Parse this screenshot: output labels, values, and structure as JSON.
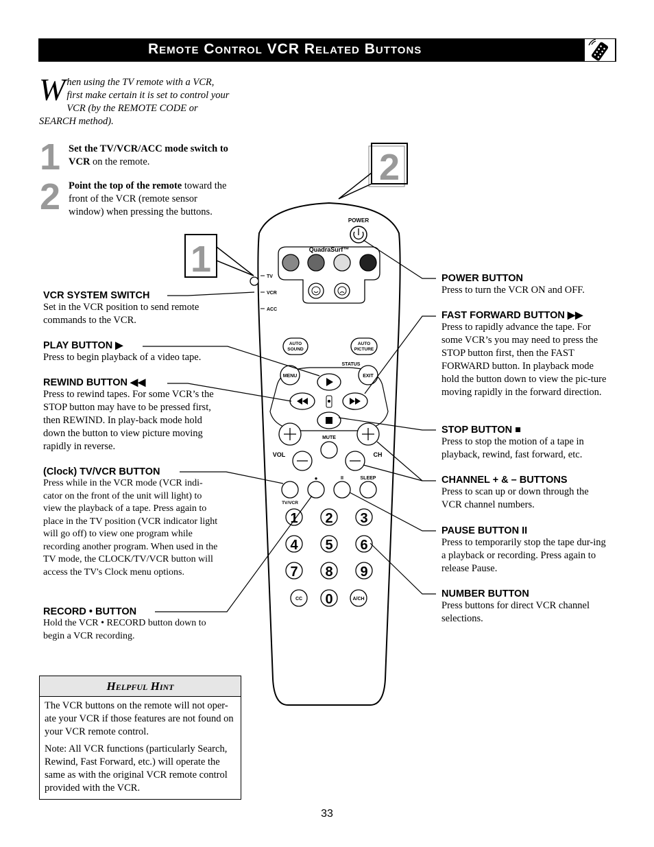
{
  "header": {
    "title": "Remote Control VCR Related Buttons",
    "icon": "remote-control-icon"
  },
  "intro": {
    "dropcap": "W",
    "text": "hen using the TV remote with a VCR, first make certain it is set to control your VCR (by the REMOTE CODE or SEARCH method)."
  },
  "steps": [
    {
      "number": "1",
      "bold": "Set the TV/VCR/ACC mode switch to VCR",
      "text": " on the remote."
    },
    {
      "number": "2",
      "bold": "Point the top of the remote",
      "text": " toward the front of the VCR (remote sensor window) when pressing the buttons."
    }
  ],
  "callouts_left": [
    {
      "title": "VCR SYSTEM SWITCH",
      "desc": "Set in the VCR position to send remote commands to the VCR."
    },
    {
      "title": "PLAY BUTTON ▶",
      "desc": "Press to begin playback of a video tape."
    },
    {
      "title": "REWIND BUTTON ◀◀",
      "desc": "Press to rewind tapes. For some VCR’s the STOP button may have to be pressed first, then REWIND. In play-back mode hold down the button to view picture moving rapidly in reverse."
    },
    {
      "title": "(Clock) TV/VCR BUTTON",
      "desc": "Press while in the VCR mode (VCR indi-cator on the front of the unit will light) to view the playback of a tape. Press again to place in the TV position (VCR indicator light will go off) to view one program while recording another program. When used in the TV mode, the CLOCK/TV/VCR button will access the TV's Clock menu options."
    },
    {
      "title": "RECORD • BUTTON",
      "desc": "Hold the VCR • RECORD button down to begin a VCR recording."
    }
  ],
  "callouts_right": [
    {
      "title": "POWER BUTTON",
      "desc": "Press to turn the VCR ON and OFF."
    },
    {
      "title": "FAST FORWARD BUTTON ▶▶",
      "desc": "Press to rapidly advance the tape. For some VCR’s you may need to press the STOP button first, then the FAST FORWARD button. In playback mode hold the button down to view the pic-ture moving rapidly in the forward direction."
    },
    {
      "title": "STOP BUTTON ■",
      "desc": "Press to stop the motion of a tape in playback, rewind, fast forward, etc."
    },
    {
      "title": "CHANNEL + & – BUTTONS",
      "desc": "Press to scan up or down through the VCR channel numbers."
    },
    {
      "title": "PAUSE BUTTON II",
      "desc": "Press to temporarily stop the tape dur-ing a playback or recording. Press again to release Pause."
    },
    {
      "title": "NUMBER BUTTON",
      "desc": "Press buttons for direct VCR channel selections."
    }
  ],
  "remote": {
    "power": "POWER",
    "brand": "QuadraSurf™",
    "switch_positions": [
      "TV",
      "VCR",
      "ACC"
    ],
    "auto_sound": [
      "AUTO",
      "SOUND"
    ],
    "auto_picture": [
      "AUTO",
      "PICTURE"
    ],
    "status": "STATUS",
    "menu": "MENU",
    "exit": "EXIT",
    "mute": "MUTE",
    "vol": "VOL",
    "ch": "CH",
    "record_symbol": "●",
    "pause_symbol": "II",
    "sleep": "SLEEP",
    "tvvcr": "TV/VCR",
    "digits": [
      "1",
      "2",
      "3",
      "4",
      "5",
      "6",
      "7",
      "8",
      "9",
      "0"
    ],
    "cc": "CC",
    "ach": "A/CH",
    "callout_1": "1",
    "callout_2": "2"
  },
  "hint": {
    "title": "Helpful Hint",
    "paragraphs": [
      "The VCR buttons on the remote will not oper-ate your VCR if those features are not found on your VCR remote control.",
      "Note: All VCR functions (particularly Search, Rewind, Fast Forward, etc.) will operate the same as with the original VCR remote control provided with the VCR."
    ]
  },
  "page_number": "33"
}
